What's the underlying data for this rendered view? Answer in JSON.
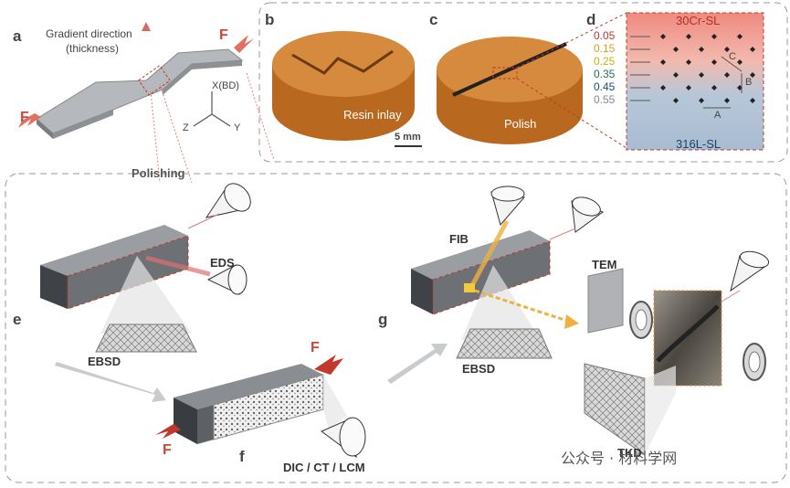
{
  "panels": {
    "a": "a",
    "b": "b",
    "c": "c",
    "d": "d",
    "e": "e",
    "f": "f",
    "g": "g"
  },
  "panel_a": {
    "gradient_label_line1": "Gradient direction",
    "gradient_label_line2": "(thickness)",
    "force_left": "F",
    "force_right": "F",
    "axis_x": "X(BD)",
    "axis_y": "Y",
    "axis_z": "Z"
  },
  "polishing_label": "Polishing",
  "panel_b": {
    "label": "Resin inlay"
  },
  "panel_c": {
    "label": "Polish",
    "scale_bar": "5 mm"
  },
  "panel_d": {
    "top_label": "30Cr-SL",
    "bottom_label": "316L-SL",
    "fractions": [
      "0.05",
      "0.15",
      "0.25",
      "0.35",
      "0.45",
      "0.55"
    ],
    "fraction_colors": [
      "#c0392b",
      "#d4a017",
      "#c8b400",
      "#1e6f5c",
      "#1a4e7a",
      "#888888"
    ],
    "dim_a": "A",
    "dim_b": "B",
    "dim_c": "C"
  },
  "panel_e": {
    "eds": "EDS",
    "ebsd": "EBSD"
  },
  "panel_f": {
    "force_top": "F",
    "force_bottom": "F",
    "methods": "DIC / CT / LCM"
  },
  "panel_g": {
    "fib": "FIB",
    "ebsd": "EBSD",
    "tem": "TEM",
    "tkd": "TKD"
  },
  "watermark": "公众号 · 材料学网",
  "colors": {
    "accent_red": "#d0473a",
    "resin": "#c97a2e",
    "steel": "#555a60"
  }
}
